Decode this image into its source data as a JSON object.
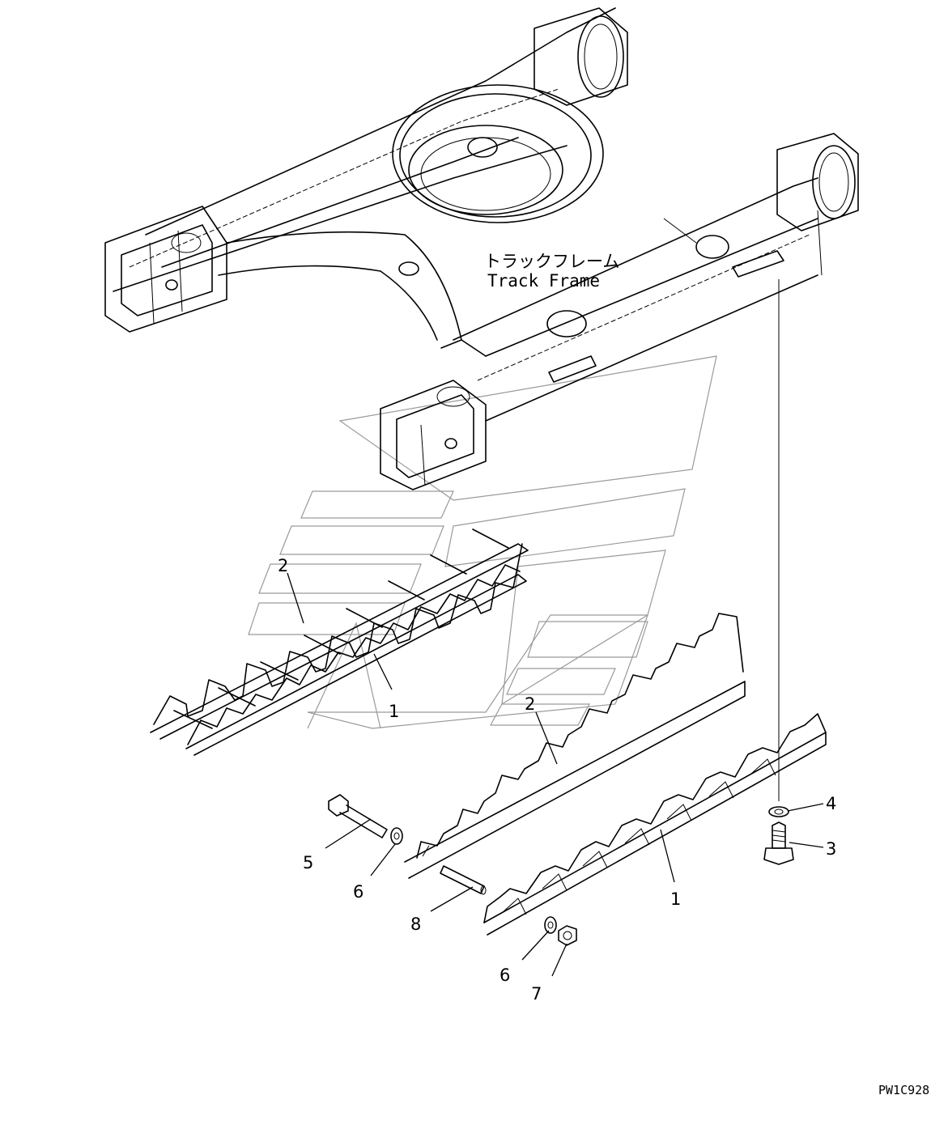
{
  "figure": {
    "title_jp": "トラックフレーム",
    "title_en": "Track Frame",
    "drawing_code": "PW1C928"
  },
  "callouts": [
    {
      "id": "c1a",
      "text": "1"
    },
    {
      "id": "c2a",
      "text": "2"
    },
    {
      "id": "c2b",
      "text": "2"
    },
    {
      "id": "c1b",
      "text": "1"
    },
    {
      "id": "c4",
      "text": "4"
    },
    {
      "id": "c3",
      "text": "3"
    },
    {
      "id": "c5",
      "text": "5"
    },
    {
      "id": "c6a",
      "text": "6"
    },
    {
      "id": "c8",
      "text": "8"
    },
    {
      "id": "c6b",
      "text": "6"
    },
    {
      "id": "c7",
      "text": "7"
    }
  ]
}
